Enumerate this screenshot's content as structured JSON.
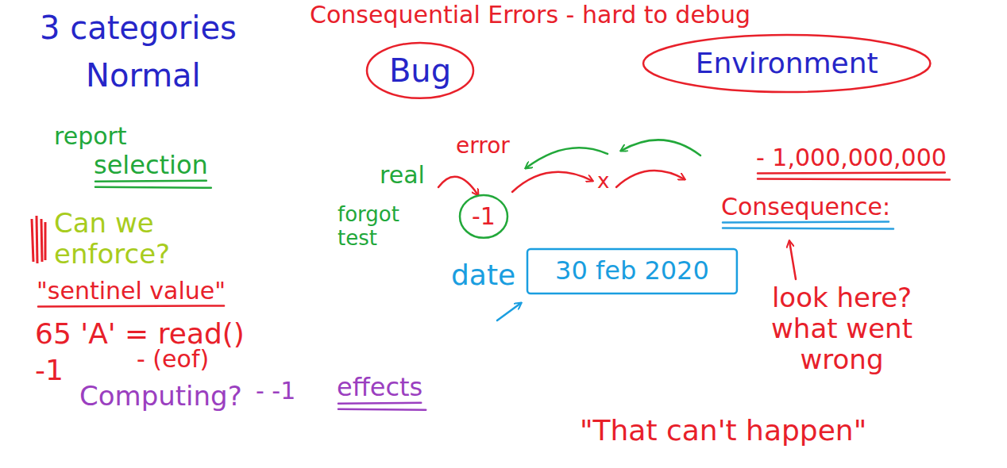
{
  "diagram": {
    "title": "Consequential Errors - hard to debug",
    "nodes": [
      {
        "text": [
          "Bug"
        ]
      },
      {
        "text": [
          "Environment"
        ]
      },
      {
        "text": [
          "-1"
        ]
      },
      {
        "text": [
          "30 feb 2020"
        ]
      }
    ],
    "labels": [
      "3 categories",
      "Normal",
      "report",
      "selection",
      "Can we enforce?",
      "\"sentinel value\"",
      "65 'A' = read()",
      "-1",
      "- (eof)",
      "Computing?",
      "- -1",
      "effects",
      "error",
      "real",
      "forgot test",
      "x",
      "date",
      "- 1,000,000,000",
      "Consequence:",
      "look here? what went wrong",
      "\"That can't happen\""
    ]
  }
}
